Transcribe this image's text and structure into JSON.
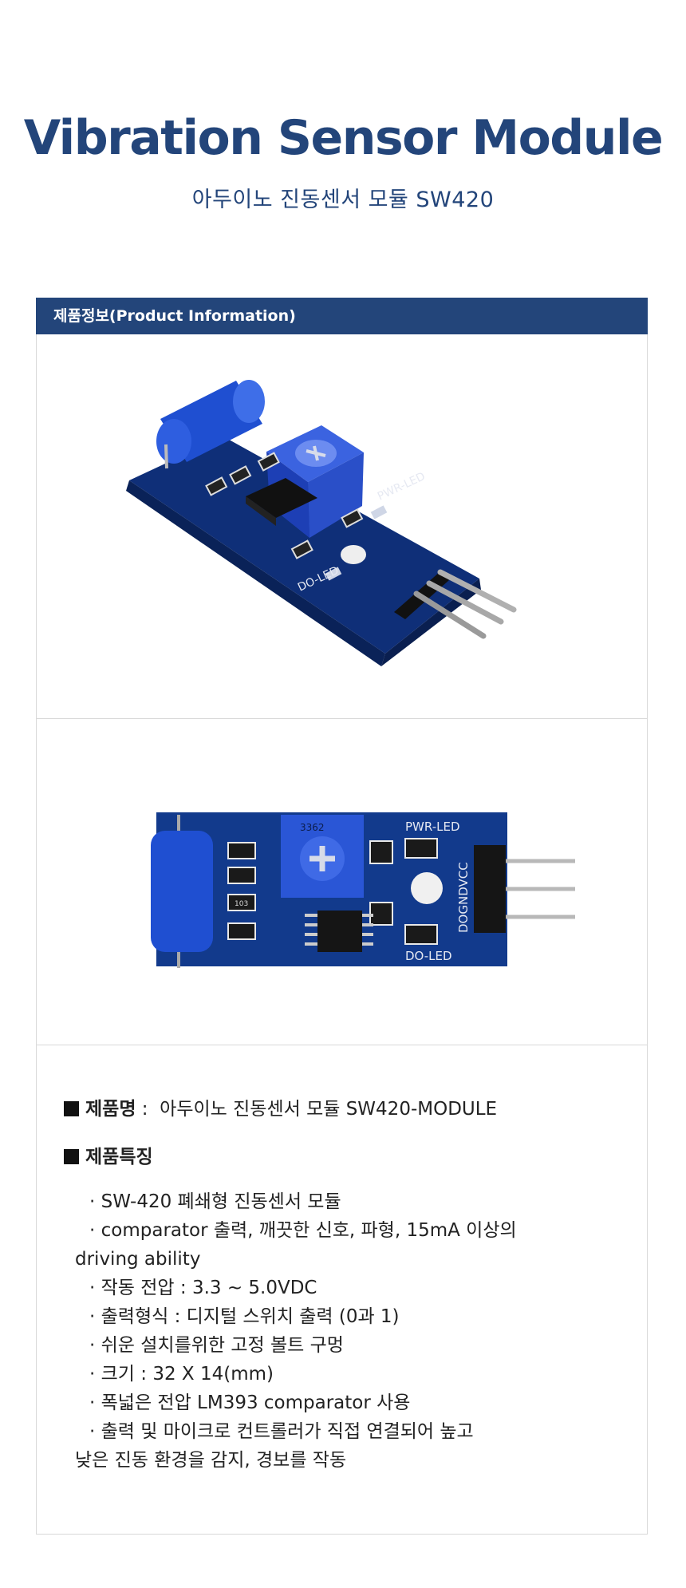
{
  "header": {
    "title": "Vibration Sensor Module",
    "subtitle": "아두이노 진동센서 모듈 SW420"
  },
  "section": {
    "heading": "제품정보(Product Information)"
  },
  "board": {
    "pwr_led": "PWR-LED",
    "do_led": "DO-LED",
    "pins": "DOGNDVCC",
    "pot_code": "3362",
    "resistor_code": "103"
  },
  "product": {
    "name_label": "제품명",
    "name_sep": ":",
    "name_value": "아두이노 진동센서 모듈 SW420-MODULE",
    "features_label": "제품특징",
    "features": [
      "· SW-420 폐쇄형 진동센서 모듈",
      "· comparator 출력, 깨끗한 신호, 파형, 15mA 이상의",
      "driving ability",
      "· 작동 전압 : 3.3 ~ 5.0VDC",
      "· 출력형식 : 디지털 스위치 출력 (0과 1)",
      "· 쉬운 설치를위한 고정 볼트 구멍",
      "· 크기 : 32 X 14(mm)",
      "· 폭넓은 전압 LM393 comparator 사용",
      "· 출력 및 마이크로 컨트롤러가 직접 연결되어 높고",
      "낮은 진동 환경을 감지, 경보를 작동"
    ]
  },
  "colors": {
    "brand": "#23457a",
    "pcb": "#123a8c",
    "component_blue": "#1f4fd1"
  }
}
